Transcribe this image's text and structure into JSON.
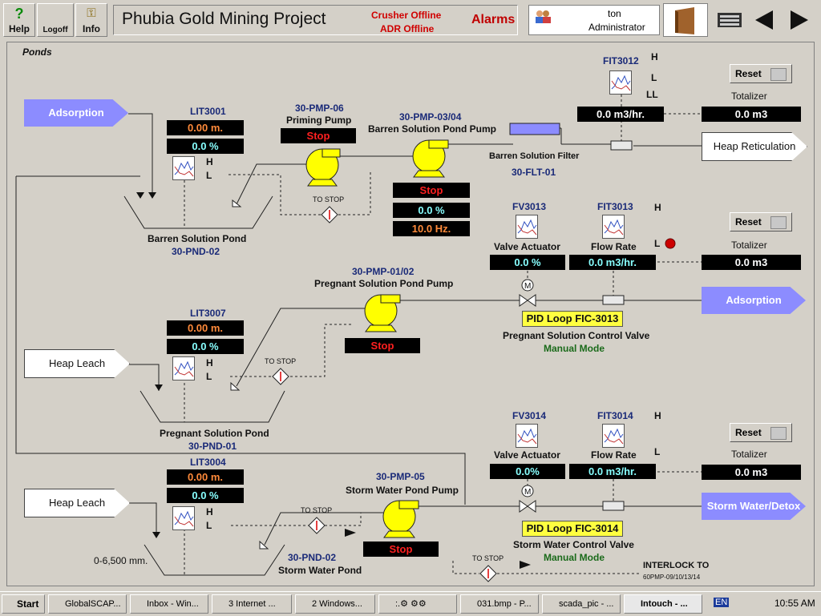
{
  "header": {
    "help_label": "Help",
    "logoff_label": "Logoff",
    "info_label": "Info",
    "title": "Phubia Gold Mining Project",
    "status1": "Crusher Offline",
    "status2": "ADR Offline",
    "alarms_label": "Alarms",
    "user_name": "ton",
    "user_role": "Administrator"
  },
  "section_title": "Ponds",
  "tags": {
    "fit3012": "FIT3012",
    "lit3001": "LIT3001",
    "pmp06": "30-PMP-06",
    "priming": "Priming Pump",
    "pmp0304": "30-PMP-03/04",
    "barren_pump": "Barren Solution Pond Pump",
    "barren_filter": "Barren Solution Filter",
    "flt01": "30-FLT-01",
    "barren_pond": "Barren Solution Pond",
    "pnd02a": "30-PND-02",
    "fv3013": "FV3013",
    "fit3013": "FIT3013",
    "valve_actuator": "Valve Actuator",
    "flow_rate": "Flow Rate",
    "pmp0102": "30-PMP-01/02",
    "preg_pump": "Pregnant Solution Pond Pump",
    "lit3007": "LIT3007",
    "pid3013": "PID Loop FIC-3013",
    "preg_cv": "Pregnant Solution Control Valve",
    "manual_mode": "Manual Mode",
    "preg_pond": "Pregnant Solution Pond",
    "pnd01": "30-PND-01",
    "fv3014": "FV3014",
    "fit3014": "FIT3014",
    "lit3004": "LIT3004",
    "pmp05": "30-PMP-05",
    "storm_pump": "Storm Water Pond Pump",
    "pid3014": "PID Loop FIC-3014",
    "storm_cv": "Storm Water Control Valve",
    "pnd02b": "30-PND-02",
    "storm_pond": "Storm Water Pond",
    "range": "0-6,500 mm.",
    "interlock": "INTERLOCK TO",
    "interlock_sub": "60PMP-09/10/13/14",
    "to_stop": "TO STOP",
    "totalizer": "Totalizer",
    "reset": "Reset",
    "h": "H",
    "l": "L",
    "ll": "LL"
  },
  "values": {
    "fit3012_flow": "0.0 m3/hr.",
    "fit3012_total": "0.0 m3",
    "lit3001_level": "0.00 m.",
    "lit3001_pct": "0.0 %",
    "pmp06_state": "Stop",
    "pmp0304_state": "Stop",
    "pmp0304_pct": "0.0 %",
    "pmp0304_hz": "10.0 Hz.",
    "fv3013_pct": "0.0 %",
    "fit3013_flow": "0.0 m3/hr.",
    "fit3013_total": "0.0 m3",
    "lit3007_level": "0.00 m.",
    "lit3007_pct": "0.0 %",
    "pmp0102_state": "Stop",
    "fv3014_pct": "0.0%",
    "fit3014_flow": "0.0 m3/hr.",
    "fit3014_total": "0.0 m3",
    "lit3004_level": "0.00 m.",
    "lit3004_pct": "0.0 %",
    "pmp05_state": "Stop"
  },
  "arrows": {
    "adsorption_in": "Adsorption",
    "heap_reticulation": "Heap Reticulation",
    "adsorption_out": "Adsorption",
    "heap_leach1": "Heap Leach",
    "heap_leach2": "Heap Leach",
    "storm_detox": "Storm Water/Detox"
  },
  "taskbar": {
    "start": "Start",
    "items": [
      "GlobalSCAP...",
      "Inbox - Win...",
      "3 Internet ...",
      "2 Windows...",
      ":.⚙ ⚙⚙",
      "031.bmp - P...",
      "scada_pic - ...",
      "Intouch - ..."
    ],
    "lang": "EN",
    "clock": "10:55 AM"
  },
  "colors": {
    "pump": "#ffff00",
    "flow_arrow": "#8c8cff",
    "alarm": "#cc0000",
    "pid_box": "#ffff40"
  }
}
